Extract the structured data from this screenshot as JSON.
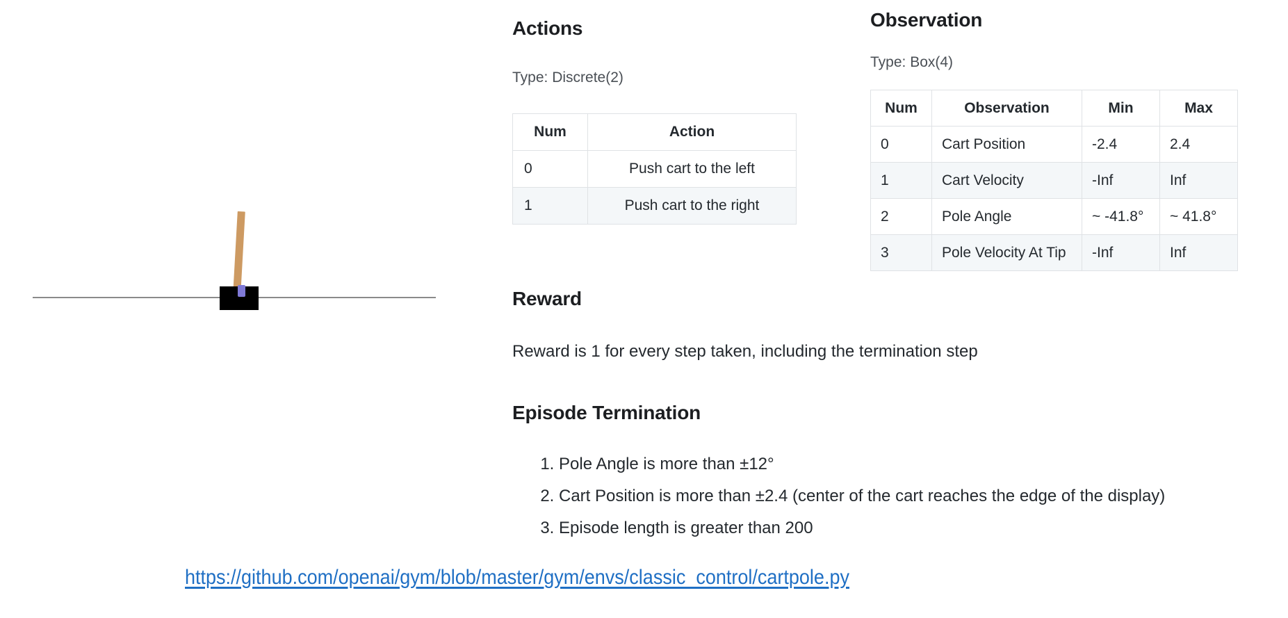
{
  "figure": {
    "name": "CartPole environment illustration",
    "colors": {
      "cart": "#000000",
      "pole": "#cd9a62",
      "axle": "#7f79d6",
      "track": "#8a8a8a"
    }
  },
  "actions": {
    "heading": "Actions",
    "type_line": "Type: Discrete(2)",
    "table": {
      "headers": [
        "Num",
        "Action"
      ],
      "rows": [
        [
          "0",
          "Push cart to the left"
        ],
        [
          "1",
          "Push cart to the right"
        ]
      ]
    }
  },
  "observation": {
    "heading": "Observation",
    "type_line": "Type: Box(4)",
    "table": {
      "headers": [
        "Num",
        "Observation",
        "Min",
        "Max"
      ],
      "rows": [
        [
          "0",
          "Cart Position",
          "-2.4",
          "2.4"
        ],
        [
          "1",
          "Cart Velocity",
          "-Inf",
          "Inf"
        ],
        [
          "2",
          "Pole Angle",
          "~ -41.8°",
          "~ 41.8°"
        ],
        [
          "3",
          "Pole Velocity At Tip",
          "-Inf",
          "Inf"
        ]
      ]
    }
  },
  "reward": {
    "heading": "Reward",
    "text": "Reward is 1 for every step taken, including the termination step"
  },
  "termination": {
    "heading": "Episode Termination",
    "items": [
      "Pole Angle is more than ±12°",
      "Cart Position is more than ±2.4 (center of the cart reaches the edge of the display)",
      "Episode length is greater than 200"
    ]
  },
  "link": {
    "text": "https://github.com/openai/gym/blob/master/gym/envs/classic_control/cartpole.py",
    "color": "#1f6fc4"
  }
}
